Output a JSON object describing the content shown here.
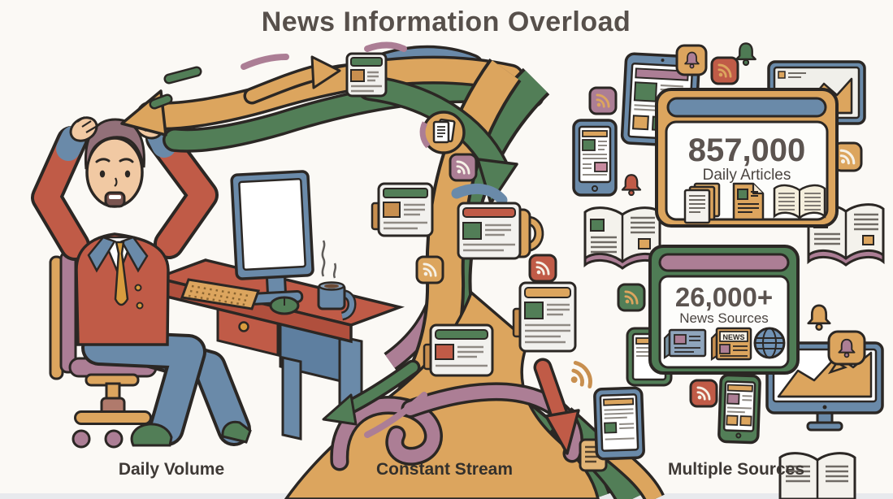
{
  "title": "News Information Overload",
  "labels": {
    "daily_volume": "Daily Volume",
    "constant_stream": "Constant Stream",
    "multiple_sources": "Multiple Sources"
  },
  "stats": {
    "daily_articles": {
      "value": "857,000",
      "label": "Daily Articles",
      "icons": [
        "stacked-documents-icon",
        "article-document-icon",
        "open-book-icon"
      ]
    },
    "news_sources": {
      "value": "26,000+",
      "label": "News Sources",
      "news_badge_text": "NEWS",
      "icons": [
        "newspaper-icon",
        "news-tabloid-icon",
        "globe-icon"
      ]
    }
  },
  "scene_icons": [
    "rss-icon",
    "bell-icon",
    "news-article-card",
    "open-book",
    "tablet-device",
    "smartphone-device",
    "desktop-monitor",
    "document-in-circle",
    "coffee-mug"
  ],
  "colors": {
    "background": "#FBF9F5",
    "ink_outline": "#2B2724",
    "orange": "#DCA55E",
    "green": "#527E57",
    "mauve": "#AC7E95",
    "blue": "#6A8AA9",
    "red": "#C05B47",
    "gold": "#D89C3E",
    "title_text": "#57504B",
    "stat_text": "#5C5450",
    "label_text": "#3E3935"
  }
}
